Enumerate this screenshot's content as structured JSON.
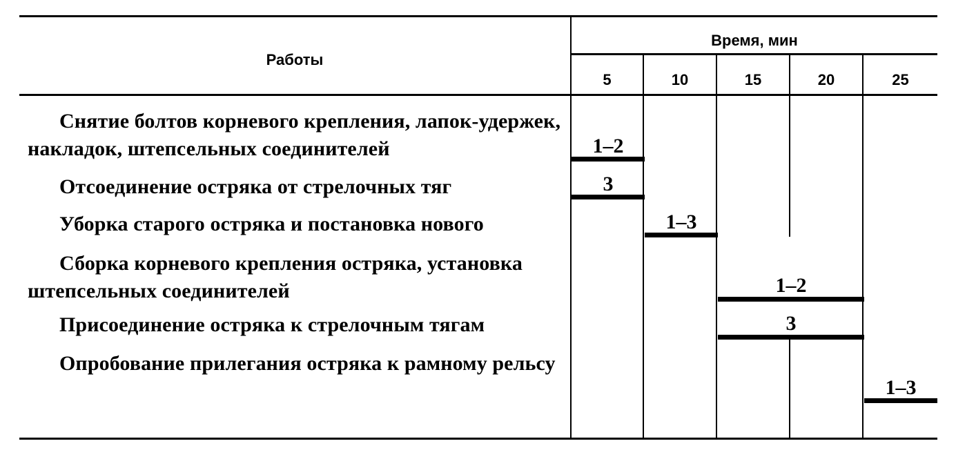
{
  "header": {
    "works": "Работы",
    "time": "Время,  мин",
    "columns": [
      "5",
      "10",
      "15",
      "20",
      "25"
    ]
  },
  "tasks": [
    {
      "text": "Снятие болтов корневого крепления, лапок-удержек, накладок, штепсельных соединителей",
      "crew": "1–2",
      "start_min": 0,
      "end_min": 5
    },
    {
      "text": "Отсоединение остряка от стрелочных тяг",
      "crew": "3",
      "start_min": 0,
      "end_min": 5
    },
    {
      "text": "Уборка старого остряка и постановка нового",
      "crew": "1–3",
      "start_min": 5,
      "end_min": 10
    },
    {
      "text": "Сборка корневого крепления остряка, установка штепсельных соединителей",
      "crew": "1–2",
      "start_min": 10,
      "end_min": 20
    },
    {
      "text": "Присоединение остряка к стрелочным тягам",
      "crew": "3",
      "start_min": 10,
      "end_min": 20
    },
    {
      "text": "Опробование прилегания остряка к рамному рельсу",
      "crew": "1–3",
      "start_min": 20,
      "end_min": 25
    }
  ]
}
